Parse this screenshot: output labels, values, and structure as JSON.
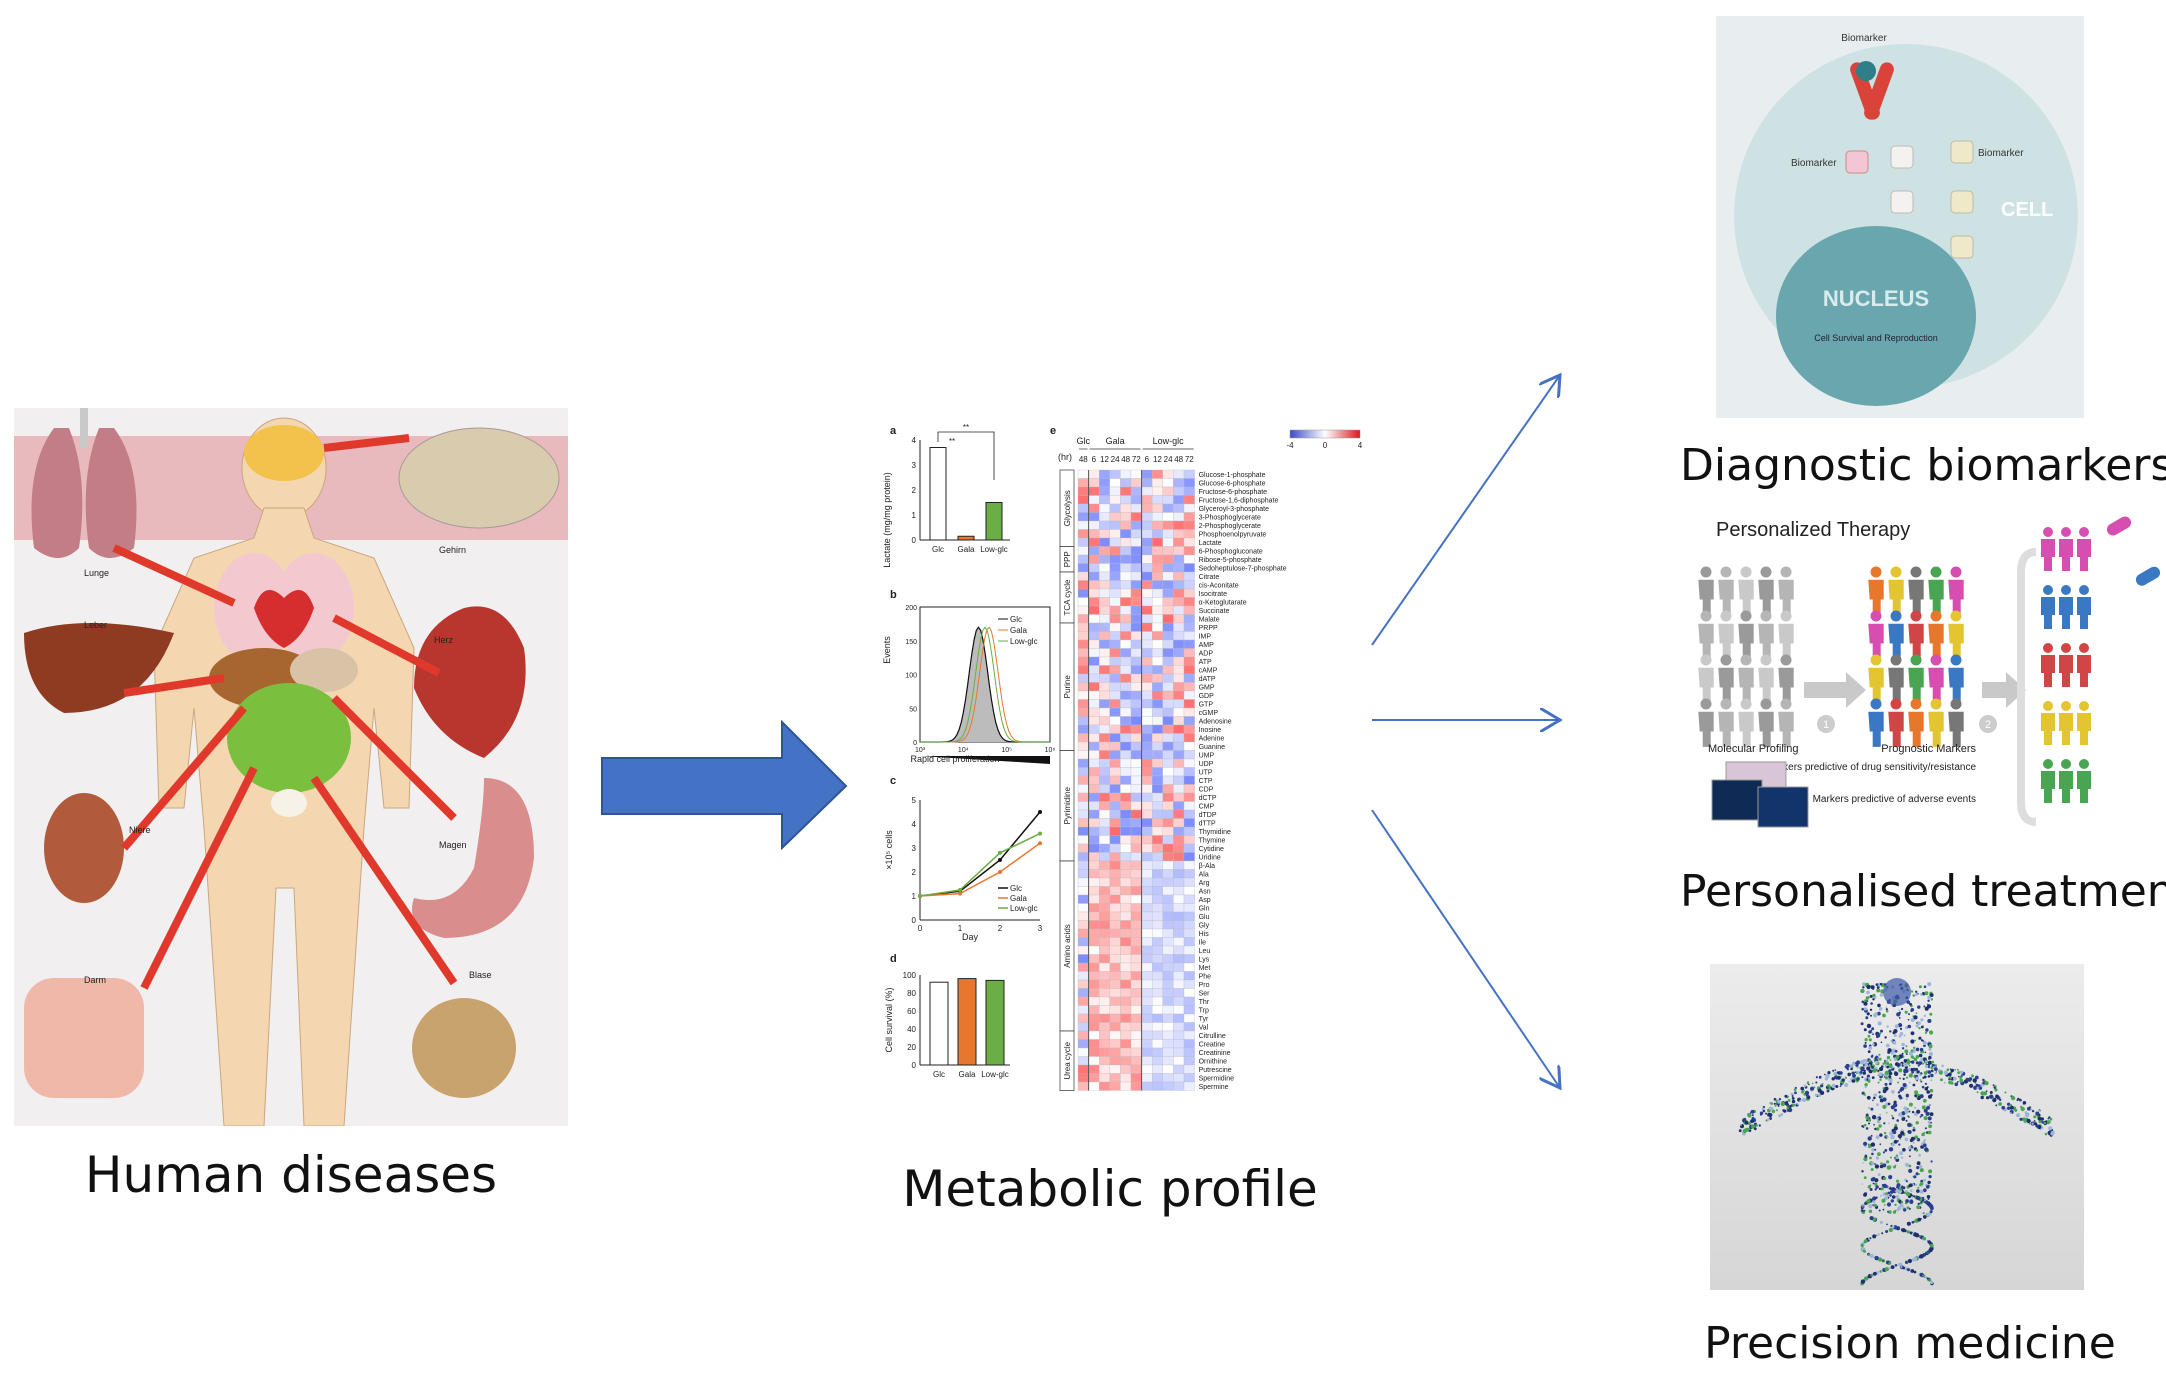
{
  "left": {
    "caption": "Human diseases",
    "organ_labels": [
      "Lunge",
      "Gehirn",
      "Leber",
      "Herz",
      "Niere",
      "Magen",
      "Darm",
      "Blase"
    ]
  },
  "middle": {
    "caption": "Metabolic profile",
    "panel_a": {
      "letter": "a",
      "ylabel": "Lactate (mg/mg protein)",
      "categories": [
        "Glc",
        "Gala",
        "Low-glc"
      ],
      "values": [
        3.7,
        0.15,
        1.5
      ],
      "yticks": [
        "0",
        "1",
        "2",
        "3",
        "4"
      ],
      "sig": "**"
    },
    "panel_b": {
      "letter": "b",
      "ylabel": "Events",
      "xlabel": "Rapid cell proliferation",
      "legend": [
        "Glc",
        "Gala",
        "Low-glc"
      ],
      "xticks": [
        "10³",
        "10⁴",
        "10⁵",
        "10⁶"
      ],
      "yticks": [
        "0",
        "50",
        "100",
        "150",
        "200"
      ]
    },
    "panel_c": {
      "letter": "c",
      "ylabel": "×10⁵ cells",
      "xlabel": "Day",
      "legend": [
        "Glc",
        "Gala",
        "Low-glc"
      ],
      "xticks": [
        "0",
        "1",
        "2",
        "3"
      ],
      "yticks": [
        "0",
        "1",
        "2",
        "3",
        "4",
        "5"
      ],
      "series": [
        {
          "name": "Glc",
          "values": [
            1.0,
            1.2,
            2.5,
            4.5
          ]
        },
        {
          "name": "Gala",
          "values": [
            1.0,
            1.1,
            2.0,
            3.2
          ]
        },
        {
          "name": "Low-glc",
          "values": [
            1.0,
            1.25,
            2.8,
            3.6
          ]
        }
      ]
    },
    "panel_d": {
      "letter": "d",
      "ylabel": "Cell survival (%)",
      "categories": [
        "Glc",
        "Gala",
        "Low-glc"
      ],
      "values": [
        92,
        96,
        94
      ],
      "yticks": [
        "0",
        "20",
        "40",
        "60",
        "80",
        "100"
      ]
    },
    "panel_e": {
      "letter": "e",
      "time_label": "(hr)",
      "groups": [
        "Glc",
        "Gala",
        "Low-glc"
      ],
      "timepoints": [
        "48",
        "6",
        "12",
        "24",
        "48",
        "72",
        "6",
        "12",
        "24",
        "48",
        "72"
      ],
      "scale_ticks": [
        "-4",
        "0",
        "4"
      ],
      "categories": [
        "Glycolysis",
        "PPP",
        "TCA cycle",
        "Purine",
        "Pyrimidine",
        "Amino acids",
        "Urea cycle"
      ],
      "metabolites": [
        "Glucose-1-phosphate",
        "Glucose-6-phosphate",
        "Fructose-6-phosphate",
        "Fructose-1,6-diphosphate",
        "Glyceroyl-3-phosphate",
        "3-Phosphoglycerate",
        "2-Phosphoglycerate",
        "Phosphoenolpyruvate",
        "Lactate",
        "6-Phosphogluconate",
        "Ribose-5-phosphate",
        "Sedoheptulose-7-phosphate",
        "Citrate",
        "cis-Aconitate",
        "Isocitrate",
        "α-Ketoglutarate",
        "Succinate",
        "Malate",
        "PRPP",
        "IMP",
        "AMP",
        "ADP",
        "ATP",
        "cAMP",
        "dATP",
        "GMP",
        "GDP",
        "GTP",
        "cGMP",
        "Adenosine",
        "Inosine",
        "Adenine",
        "Guanine",
        "UMP",
        "UDP",
        "UTP",
        "CTP",
        "CDP",
        "dCTP",
        "CMP",
        "dTDP",
        "dTTP",
        "Thymidine",
        "Thymine",
        "Cytidine",
        "Uridine",
        "β-Ala",
        "Ala",
        "Arg",
        "Asn",
        "Asp",
        "Gln",
        "Glu",
        "Gly",
        "His",
        "Ile",
        "Leu",
        "Lys",
        "Met",
        "Phe",
        "Pro",
        "Ser",
        "Thr",
        "Trp",
        "Tyr",
        "Val",
        "Citrulline",
        "Creatine",
        "Creatinine",
        "Ornithine",
        "Putrescine",
        "Spermidine",
        "Spermine"
      ]
    }
  },
  "right": {
    "biomarkers": {
      "caption": "Diagnostic biomarkers",
      "labels": [
        "Biomarker",
        "Biomarker",
        "Biomarker",
        "CELL",
        "NUCLEUS",
        "Cell Survival and Reproduction"
      ]
    },
    "treatment": {
      "caption": "Personalised treatment",
      "title": "Personalized Therapy",
      "steps": [
        "Molecular Profiling",
        "Prognostic Markers",
        "Markers predictive of drug sensitivity/resistance",
        "Markers predictive of adverse events"
      ],
      "step_numbers": [
        "1",
        "2"
      ]
    },
    "precision": {
      "caption": "Precision medicine"
    }
  },
  "colors": {
    "big_arrow": "#4472C4",
    "thin_arrow": "#4472C4",
    "heat_low": "#3b4bc8",
    "heat_high": "#d7191c"
  }
}
